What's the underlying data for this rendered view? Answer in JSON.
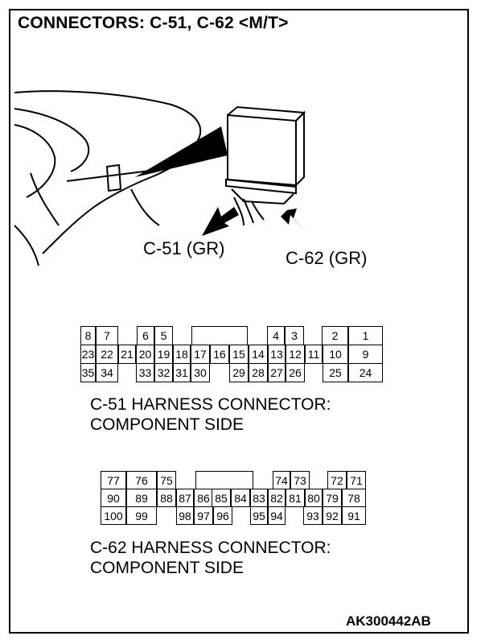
{
  "title": "CONNECTORS: C-51, C-62 <M/T>",
  "illustration": {
    "label_c51": "C-51 (GR)",
    "label_c62": "C-62 (GR)"
  },
  "c51": {
    "caption_line1": "C-51 HARNESS CONNECTOR:",
    "caption_line2": "COMPONENT SIDE",
    "rows": [
      [
        "8",
        "7",
        "",
        "6",
        "5",
        "",
        "",
        "",
        "",
        "",
        "",
        "4",
        "3",
        "",
        "2",
        "1"
      ],
      [
        "23",
        "22",
        "21",
        "20",
        "19",
        "18",
        "17",
        "16",
        "15",
        "14",
        "13",
        "12",
        "11",
        "10",
        "9"
      ],
      [
        "35",
        "34",
        "",
        "33",
        "32",
        "31",
        "30",
        "",
        "29",
        "28",
        "27",
        "26",
        "",
        "25",
        "24"
      ]
    ]
  },
  "c62": {
    "caption_line1": "C-62 HARNESS CONNECTOR:",
    "caption_line2": "COMPONENT SIDE",
    "rows": [
      [
        "77",
        "76",
        "75",
        "",
        "",
        "",
        "",
        "74",
        "73",
        "",
        "72",
        "71"
      ],
      [
        "90",
        "89",
        "88",
        "87",
        "86",
        "85",
        "84",
        "83",
        "82",
        "81",
        "80",
        "79",
        "78"
      ],
      [
        "100",
        "99",
        "",
        "98",
        "97",
        "96",
        "",
        "95",
        "94",
        "",
        "93",
        "92",
        "91"
      ]
    ]
  },
  "figure_code": "AK300442AB"
}
